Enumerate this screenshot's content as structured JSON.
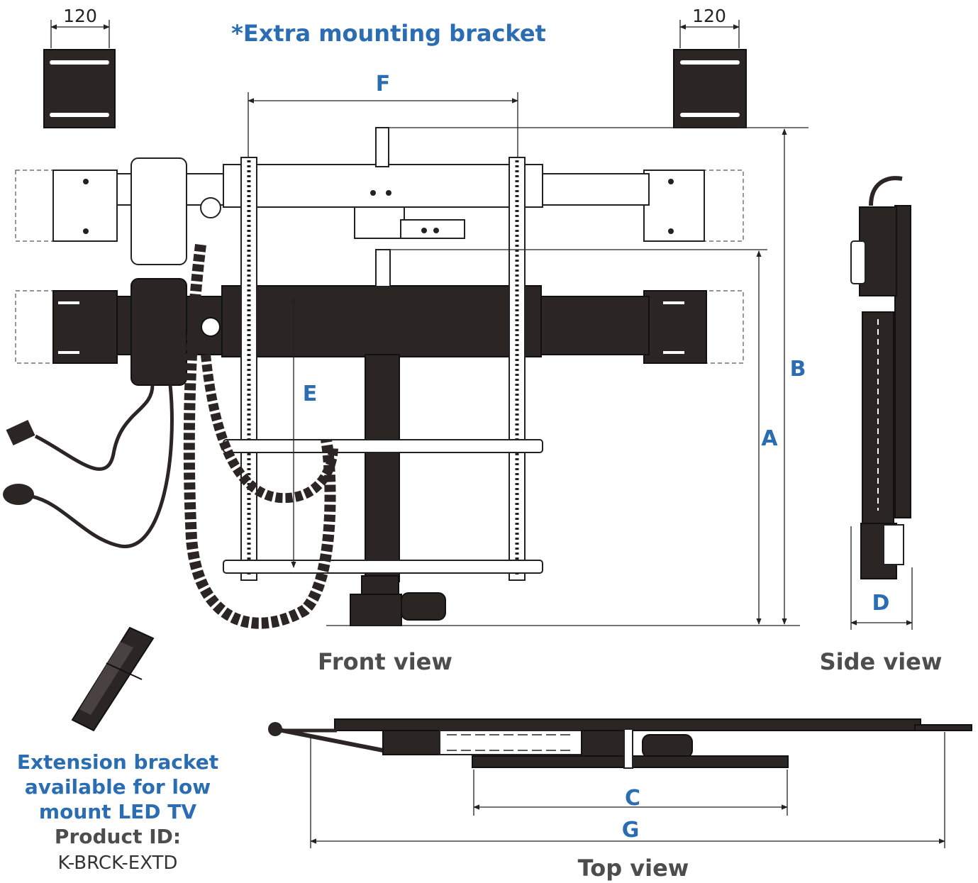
{
  "extra_bracket": {
    "title": "*Extra mounting bracket",
    "left_dim": "120",
    "right_dim": "120"
  },
  "dimension_letters": {
    "a": "A",
    "b": "B",
    "c": "C",
    "d": "D",
    "e": "E",
    "f": "F",
    "g": "G"
  },
  "views": {
    "front": "Front view",
    "side": "Side view",
    "top": "Top view"
  },
  "extension": {
    "line1": "Extension bracket",
    "line2": "available for low",
    "line3": "mount LED TV",
    "product_label": "Product ID:",
    "product_id": "K-BRCK-EXTD"
  },
  "colors": {
    "label_blue": "#2a6db3",
    "metal_dark": "#2b2624",
    "caption_grey": "#4d4d4d"
  }
}
